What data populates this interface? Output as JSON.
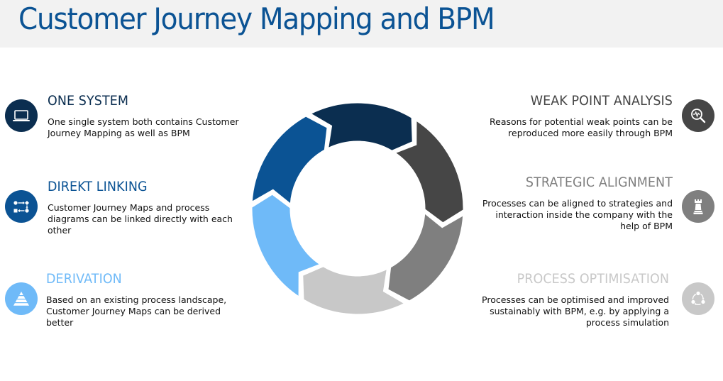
{
  "header": {
    "title": "Customer Journey Mapping and BPM"
  },
  "colors": {
    "title": "#0b5394",
    "one_system": "#0b2e50",
    "direkt_linking": "#0b5394",
    "derivation": "#6fbaf8",
    "weak_point": "#464646",
    "strategic": "#7f7f7f",
    "process_opt": "#c8c8c8"
  },
  "left_items": [
    {
      "heading": "ONE SYSTEM",
      "description": "One single system both contains Customer Journey Mapping as well as BPM",
      "icon": "laptop-icon",
      "color": "#0b2e50"
    },
    {
      "heading": "DIREKT LINKING",
      "description": "Customer Journey Maps and process diagrams can be linked directly with each other",
      "icon": "process-flow-icon",
      "color": "#0b5394"
    },
    {
      "heading": "DERIVATION",
      "description": "Based on an existing process landscape, Customer Journey Maps can be derived better",
      "icon": "pyramid-icon",
      "color": "#6fbaf8"
    }
  ],
  "right_items": [
    {
      "heading": "WEAK POINT ANALYSIS",
      "description": "Reasons for potential weak points can be reproduced more easily through BPM",
      "icon": "magnifier-pulse-icon",
      "color": "#464646"
    },
    {
      "heading": "STRATEGIC ALIGNMENT",
      "description": "Processes can be aligned to strategies and interaction inside the company with the help of BPM",
      "icon": "chess-rook-icon",
      "color": "#7f7f7f"
    },
    {
      "heading": "PROCESS OPTIMISATION",
      "description": "Processes can be optimised and improved sustainably with BPM, e.g. by applying a process simulation",
      "icon": "cycle-icon",
      "color": "#c8c8c8"
    }
  ],
  "cycle": {
    "segments": [
      {
        "name": "one-system",
        "color": "#0b2e50"
      },
      {
        "name": "weak-point-analysis",
        "color": "#464646"
      },
      {
        "name": "strategic-alignment",
        "color": "#7f7f7f"
      },
      {
        "name": "process-optimisation",
        "color": "#c8c8c8"
      },
      {
        "name": "derivation",
        "color": "#6fbaf8"
      },
      {
        "name": "direkt-linking",
        "color": "#0b5394"
      }
    ]
  }
}
